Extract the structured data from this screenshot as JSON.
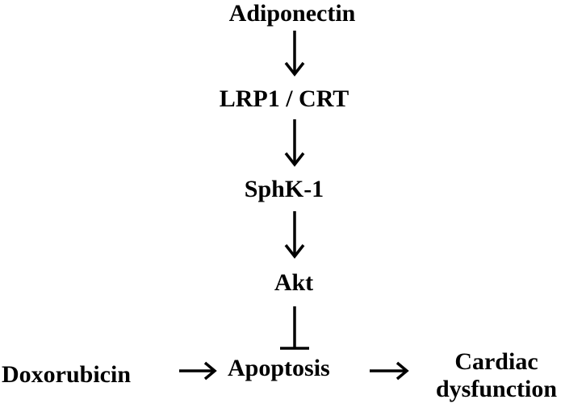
{
  "nodes": {
    "adiponectin": "Adiponectin",
    "lrp1_crt": "LRP1 / CRT",
    "sphk1": "SphK-1",
    "akt": "Akt",
    "doxorubicin": "Doxorubicin",
    "apoptosis": "Apoptosis",
    "cardiac_line1": "Cardiac",
    "cardiac_line2": "dysfunction"
  },
  "edges": [
    {
      "from": "Adiponectin",
      "to": "LRP1 / CRT",
      "type": "activation"
    },
    {
      "from": "LRP1 / CRT",
      "to": "SphK-1",
      "type": "activation"
    },
    {
      "from": "SphK-1",
      "to": "Akt",
      "type": "activation"
    },
    {
      "from": "Akt",
      "to": "Apoptosis",
      "type": "inhibition"
    },
    {
      "from": "Doxorubicin",
      "to": "Apoptosis",
      "type": "activation"
    },
    {
      "from": "Apoptosis",
      "to": "Cardiac dysfunction",
      "type": "activation"
    }
  ],
  "colors": {
    "text": "#000000",
    "arrow": "#000000",
    "background": "#ffffff"
  }
}
